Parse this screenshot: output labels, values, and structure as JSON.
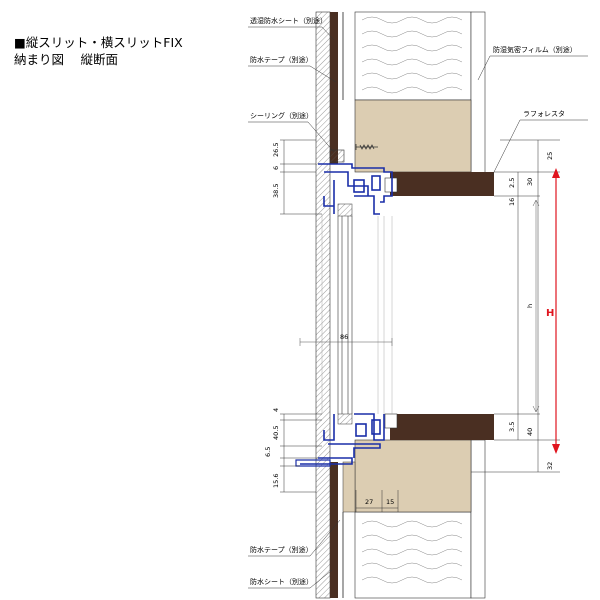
{
  "title": {
    "line1": "■縦スリット・横スリットFIX",
    "line2": "納まり図　 縦断面"
  },
  "labels": {
    "moisture_sheet_top": "透湿防水シート（別途）",
    "tape_top": "防水テープ（別途）",
    "vapor_film": "防湿気密フィルム（別途）",
    "sealing": "シーリング（別途）",
    "lath": "ラフォレスタ",
    "tape_bottom": "防水テープ（別途）",
    "sheet_bottom": "防水シート（別途）"
  },
  "dims_left_upper": [
    "26.5",
    "6",
    "38.5"
  ],
  "dims_left_lower": [
    "4",
    "40.5",
    "6.5",
    "15.6"
  ],
  "dims_right": [
    "25",
    "30",
    "2.5",
    "16",
    "3.5",
    "40",
    "32"
  ],
  "dims_bottom": [
    "27",
    "15"
  ],
  "dim_glass": "86",
  "dim_h": "h",
  "dim_H": "H",
  "colors": {
    "frame_blue": "#1a2ea8",
    "wall_dark": "#4a2f22",
    "wood": "#dccdb2",
    "H_red": "#e0141e"
  }
}
